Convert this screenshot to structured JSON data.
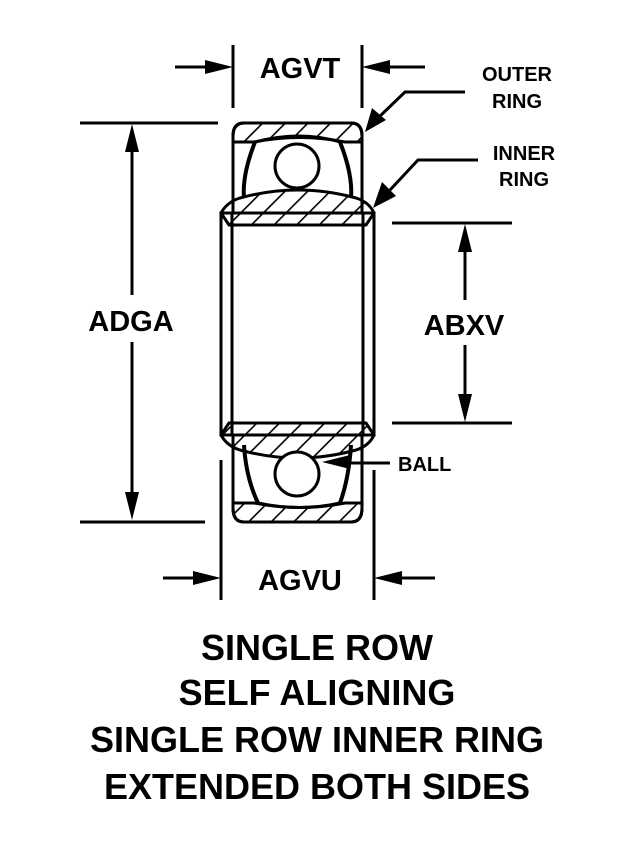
{
  "drawing": {
    "subject": "ball bearing cross-section",
    "line_color": "#000000",
    "background_color": "#ffffff"
  },
  "dimensions": {
    "top_width": "AGVT",
    "bottom_width": "AGVU",
    "outer_diameter": "ADGA",
    "bore_diameter": "ABXV"
  },
  "callouts": {
    "outer_ring": [
      "OUTER",
      "RING"
    ],
    "inner_ring": [
      "INNER",
      "RING"
    ],
    "ball": "BALL"
  },
  "caption": [
    "SINGLE ROW",
    "SELF ALIGNING",
    "SINGLE ROW INNER RING",
    "EXTENDED BOTH SIDES"
  ]
}
